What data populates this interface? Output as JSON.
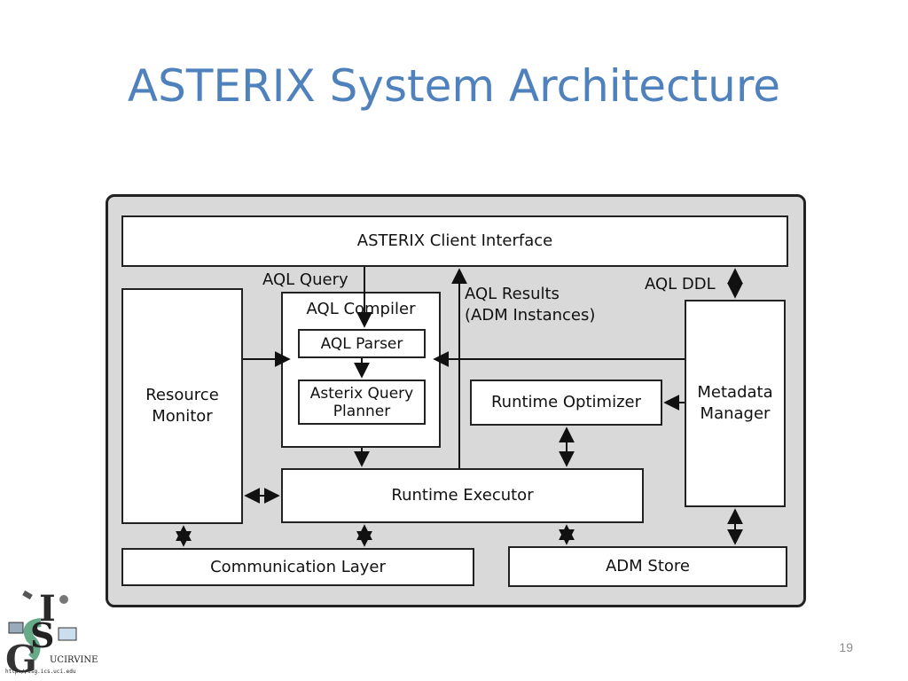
{
  "slide": {
    "title": "ASTERIX System Architecture",
    "page_number": "19"
  },
  "diagram": {
    "client_interface": "ASTERIX Client Interface",
    "aql_query_label": "AQL Query",
    "aql_compiler": "AQL Compiler",
    "aql_parser": "AQL Parser",
    "query_planner_line1": "Asterix Query",
    "query_planner_line2": "Planner",
    "aql_results_line1": "AQL Results",
    "aql_results_line2": "(ADM  Instances)",
    "aql_ddl_label": "AQL DDL",
    "resource_monitor_line1": "Resource",
    "resource_monitor_line2": "Monitor",
    "metadata_manager_line1": "Metadata",
    "metadata_manager_line2": "Manager",
    "runtime_optimizer": "Runtime Optimizer",
    "runtime_executor": "Runtime Executor",
    "communication_layer": "Communication Layer",
    "adm_store": "ADM Store"
  },
  "logo": {
    "text": "UCIRVINE",
    "url": "http://isg.ics.uci.edu"
  }
}
